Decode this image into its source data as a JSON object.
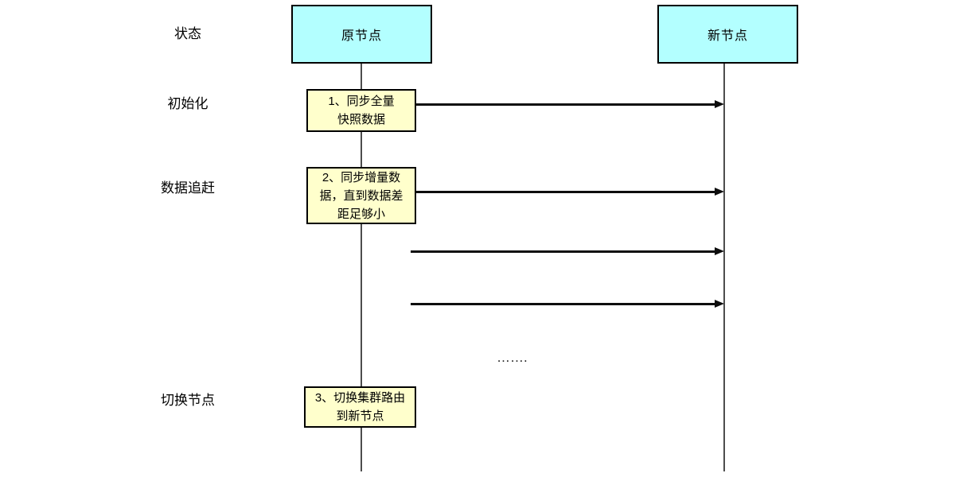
{
  "diagram": {
    "title": "",
    "type": "sequence-diagram",
    "colors": {
      "actor_fill": "#b3ffff",
      "note_fill": "#ffffcc",
      "stroke": "#000000",
      "lifeline": "#4d4d4d",
      "arrow": "#0d0d0d",
      "background": "#ffffff"
    }
  },
  "state_column": {
    "header": "状态",
    "labels": [
      {
        "text": "初始化"
      },
      {
        "text": "数据追赶"
      },
      {
        "text": "切换节点"
      }
    ]
  },
  "actors": [
    {
      "id": "source",
      "label": "原节点"
    },
    {
      "id": "target",
      "label": "新节点"
    }
  ],
  "notes": [
    {
      "id": "step-1",
      "lines": [
        "1、同步全量",
        "快照数据"
      ]
    },
    {
      "id": "step-2",
      "lines": [
        "2、同步增量数",
        "据，直到数据差",
        "距足够小"
      ]
    },
    {
      "id": "step-3",
      "lines": [
        "3、切换集群路由",
        "到新节点"
      ]
    }
  ],
  "messages": [
    {
      "id": "msg-1",
      "label": "",
      "from": "source",
      "to": "target"
    },
    {
      "id": "msg-2",
      "label": "",
      "from": "source",
      "to": "target"
    },
    {
      "id": "msg-3",
      "label": "",
      "from": "source",
      "to": "target"
    },
    {
      "id": "msg-4",
      "label": "",
      "from": "source",
      "to": "target"
    }
  ],
  "continuation": {
    "text": "……."
  }
}
